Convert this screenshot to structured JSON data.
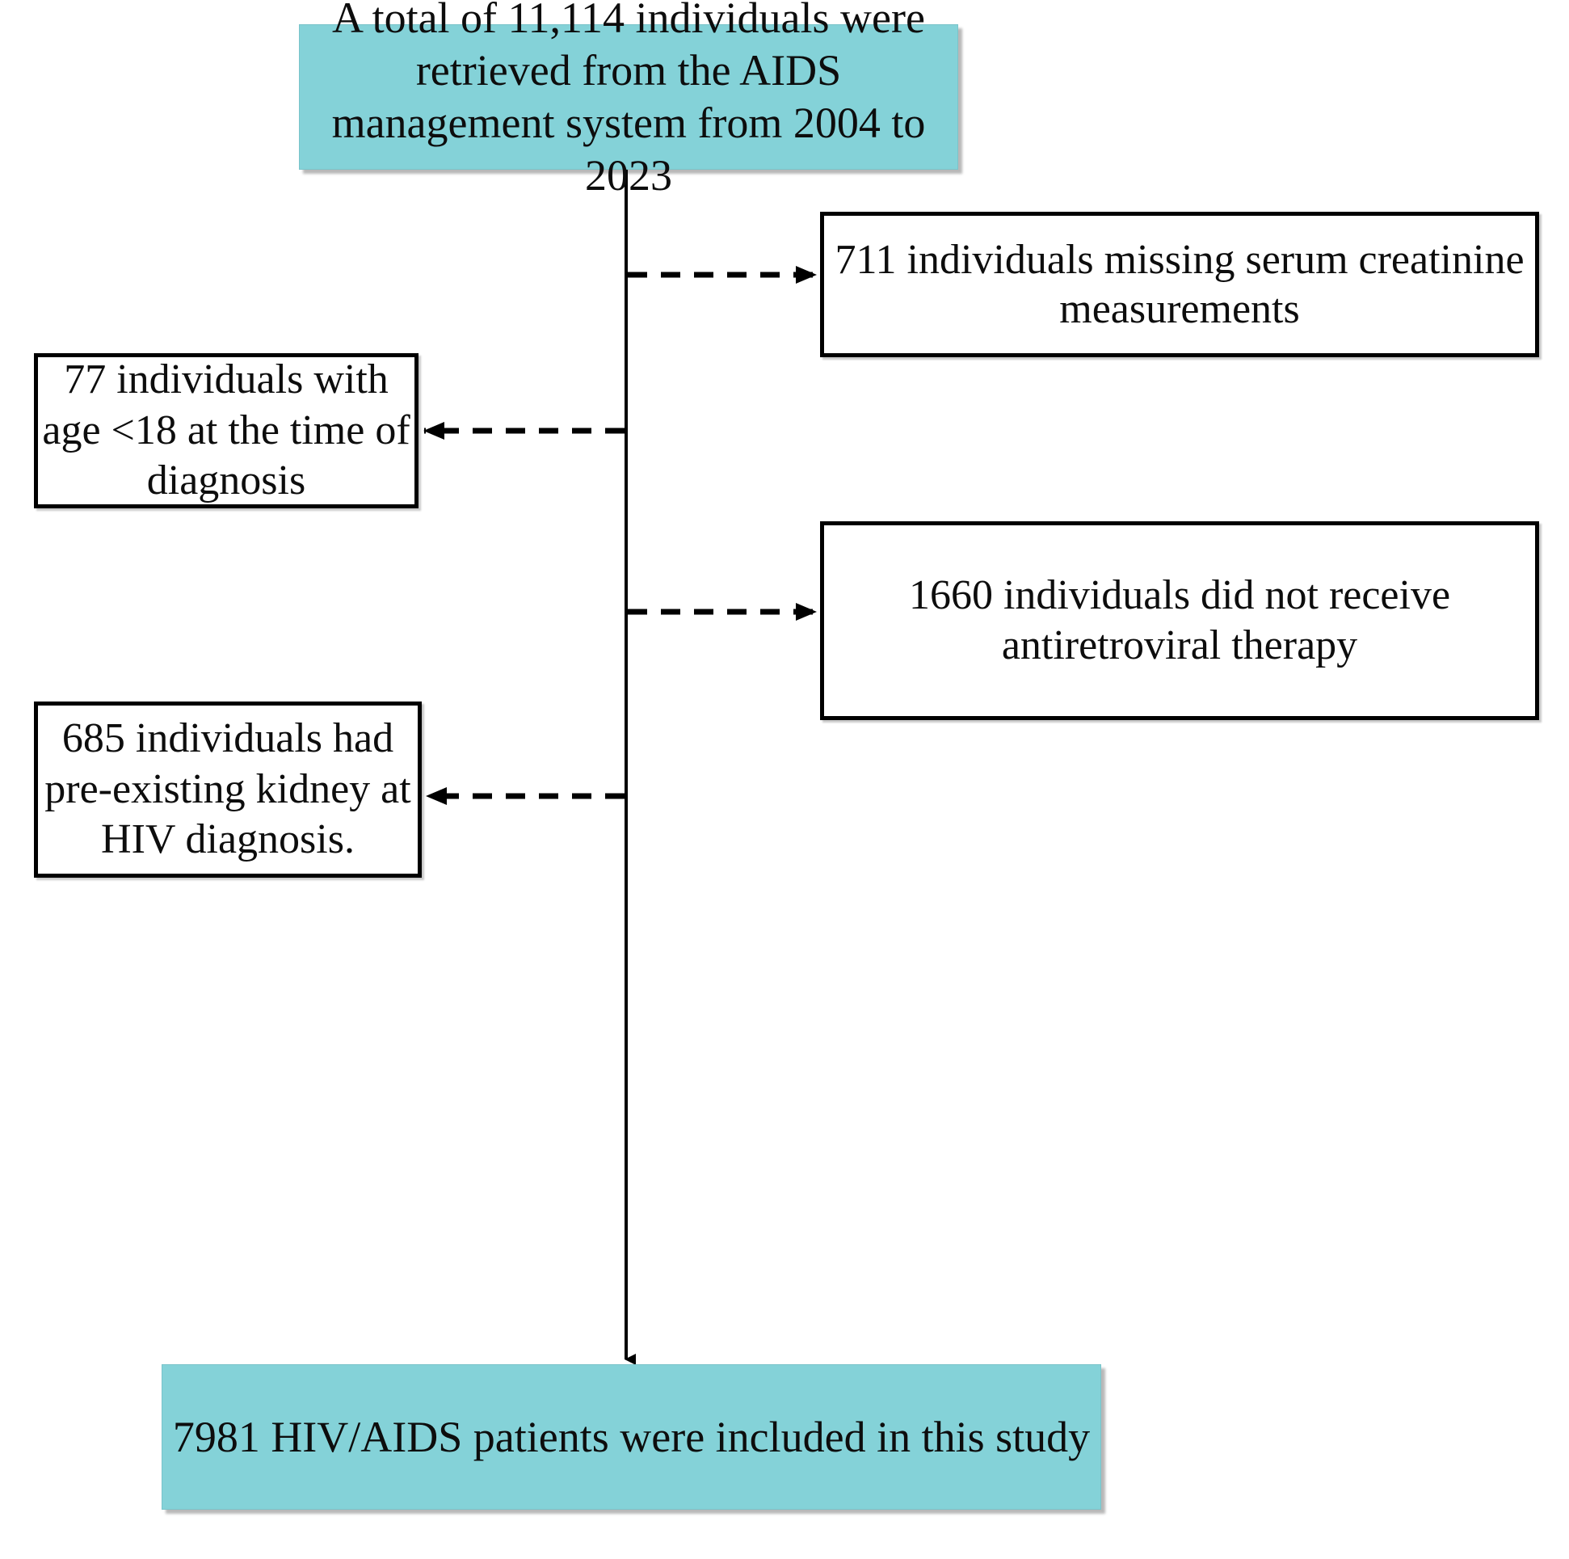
{
  "figure": {
    "type": "flowchart",
    "title": "Study population selection flow diagram",
    "colors": {
      "highlight_fill": "#84d2d8",
      "box_border": "#000000",
      "connector": "#000000",
      "background": "#ffffff"
    }
  },
  "nodes": {
    "source": {
      "id": "source-cohort",
      "text": "A total of 11,114 individuals were retrieved from the AIDS management system from 2004 to 2023",
      "count": 11114,
      "style": "highlighted"
    },
    "exclusion_creatinine": {
      "id": "exclusion-missing-creatinine",
      "text": "711 individuals missing serum creatinine measurements",
      "count": 711,
      "style": "outlined"
    },
    "exclusion_age": {
      "id": "exclusion-age-under-18",
      "text": "77 individuals with age <18 at the time of diagnosis",
      "count": 77,
      "style": "outlined"
    },
    "exclusion_art": {
      "id": "exclusion-no-art",
      "text": "1660 individuals did not receive antiretroviral therapy",
      "count": 1660,
      "style": "outlined"
    },
    "exclusion_kidney": {
      "id": "exclusion-pre-existing-kidney",
      "text": "685 individuals had pre-existing kidney at HIV diagnosis.",
      "count": 685,
      "style": "outlined"
    },
    "included": {
      "id": "included-cohort",
      "text": "7981 HIV/AIDS patients were included in this study",
      "count": 7981,
      "style": "highlighted"
    }
  },
  "connectors": {
    "main_spine": {
      "name": "main-flow-arrow",
      "style": "solid",
      "direction": "down",
      "from": "source-cohort",
      "to": "included-cohort"
    },
    "branches": [
      {
        "name": "branch-to-creatinine",
        "style": "dashed",
        "direction": "right",
        "to": "exclusion-missing-creatinine"
      },
      {
        "name": "branch-to-age",
        "style": "dashed",
        "direction": "left",
        "to": "exclusion-age-under-18"
      },
      {
        "name": "branch-to-art",
        "style": "dashed",
        "direction": "right",
        "to": "exclusion-no-art"
      },
      {
        "name": "branch-to-kidney",
        "style": "dashed",
        "direction": "left",
        "to": "exclusion-pre-existing-kidney"
      }
    ]
  }
}
